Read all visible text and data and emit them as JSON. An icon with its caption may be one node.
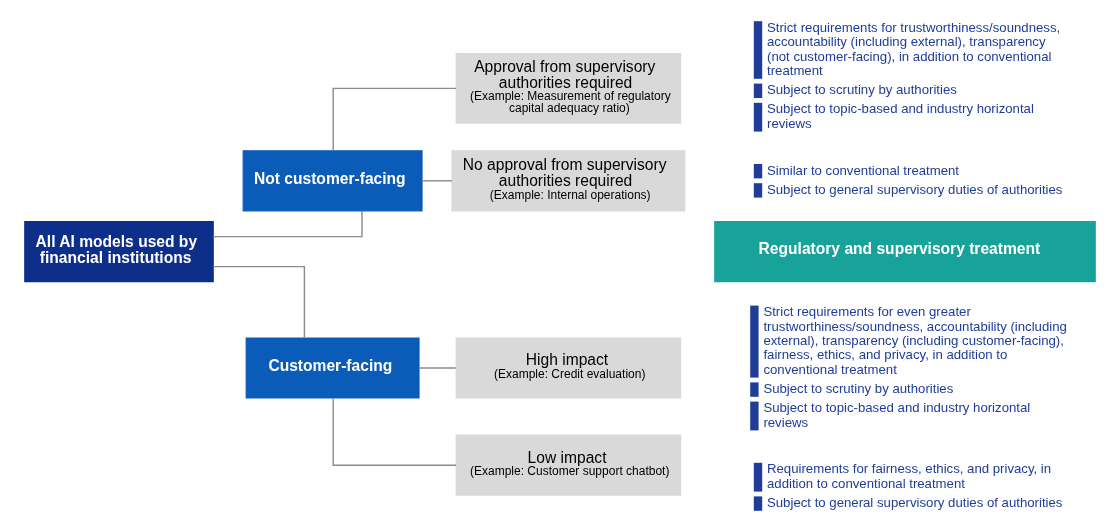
{
  "diagram": {
    "nodes": [
      {
        "text": [
          "All AI models used by financial institutions"
        ]
      },
      {
        "text": [
          "Customer-facing"
        ]
      },
      {
        "text": [
          "Not customer-facing"
        ]
      },
      {
        "text": [
          "Low impact",
          "(Example: Customer support chatbot)"
        ],
        "beside": [
          "Requirements for fairness, ethics, and privacy, in addition to conventional treatment",
          "Subject to general supervisory duties of authorities"
        ]
      },
      {
        "text": [
          "High impact",
          "(Example: Credit evaluation)"
        ],
        "beside": [
          "Strict requirements for even greater trustworthiness/soundness, accountability (including external), transparency (including customer-facing), fairness, ethics, and privacy, in addition to conventional treatment",
          "Subject to scrutiny by authorities",
          "Subject to topic-based and industry horizontal reviews"
        ]
      },
      {
        "text": [
          "No approval from supervisory authorities required",
          "(Example: Internal operations)"
        ],
        "beside": [
          "Similar to conventional treatment",
          "Subject to general supervisory duties of authorities"
        ]
      },
      {
        "text": [
          "Approval from supervisory authorities required",
          "(Example: Measurement of regulatory capital adequacy ratio)"
        ],
        "beside": [
          "Strict requirements for trustworthiness/soundness, accountability (including external), transparency (not customer-facing), in addition to conventional treatment",
          "Subject to scrutiny by authorities",
          "Subject to topic-based and industry horizontal reviews"
        ]
      },
      {
        "text": [
          "Regulatory and supervisory treatment"
        ]
      }
    ],
    "edges": [
      {
        "from": 0,
        "to": 1,
        "arrow": "none"
      },
      {
        "from": 0,
        "to": 2,
        "arrow": "none"
      },
      {
        "from": 1,
        "to": 3,
        "arrow": "none"
      },
      {
        "from": 1,
        "to": 4,
        "arrow": "none"
      },
      {
        "from": 2,
        "to": 5,
        "arrow": "none"
      },
      {
        "from": 2,
        "to": 6,
        "arrow": "none"
      }
    ]
  }
}
